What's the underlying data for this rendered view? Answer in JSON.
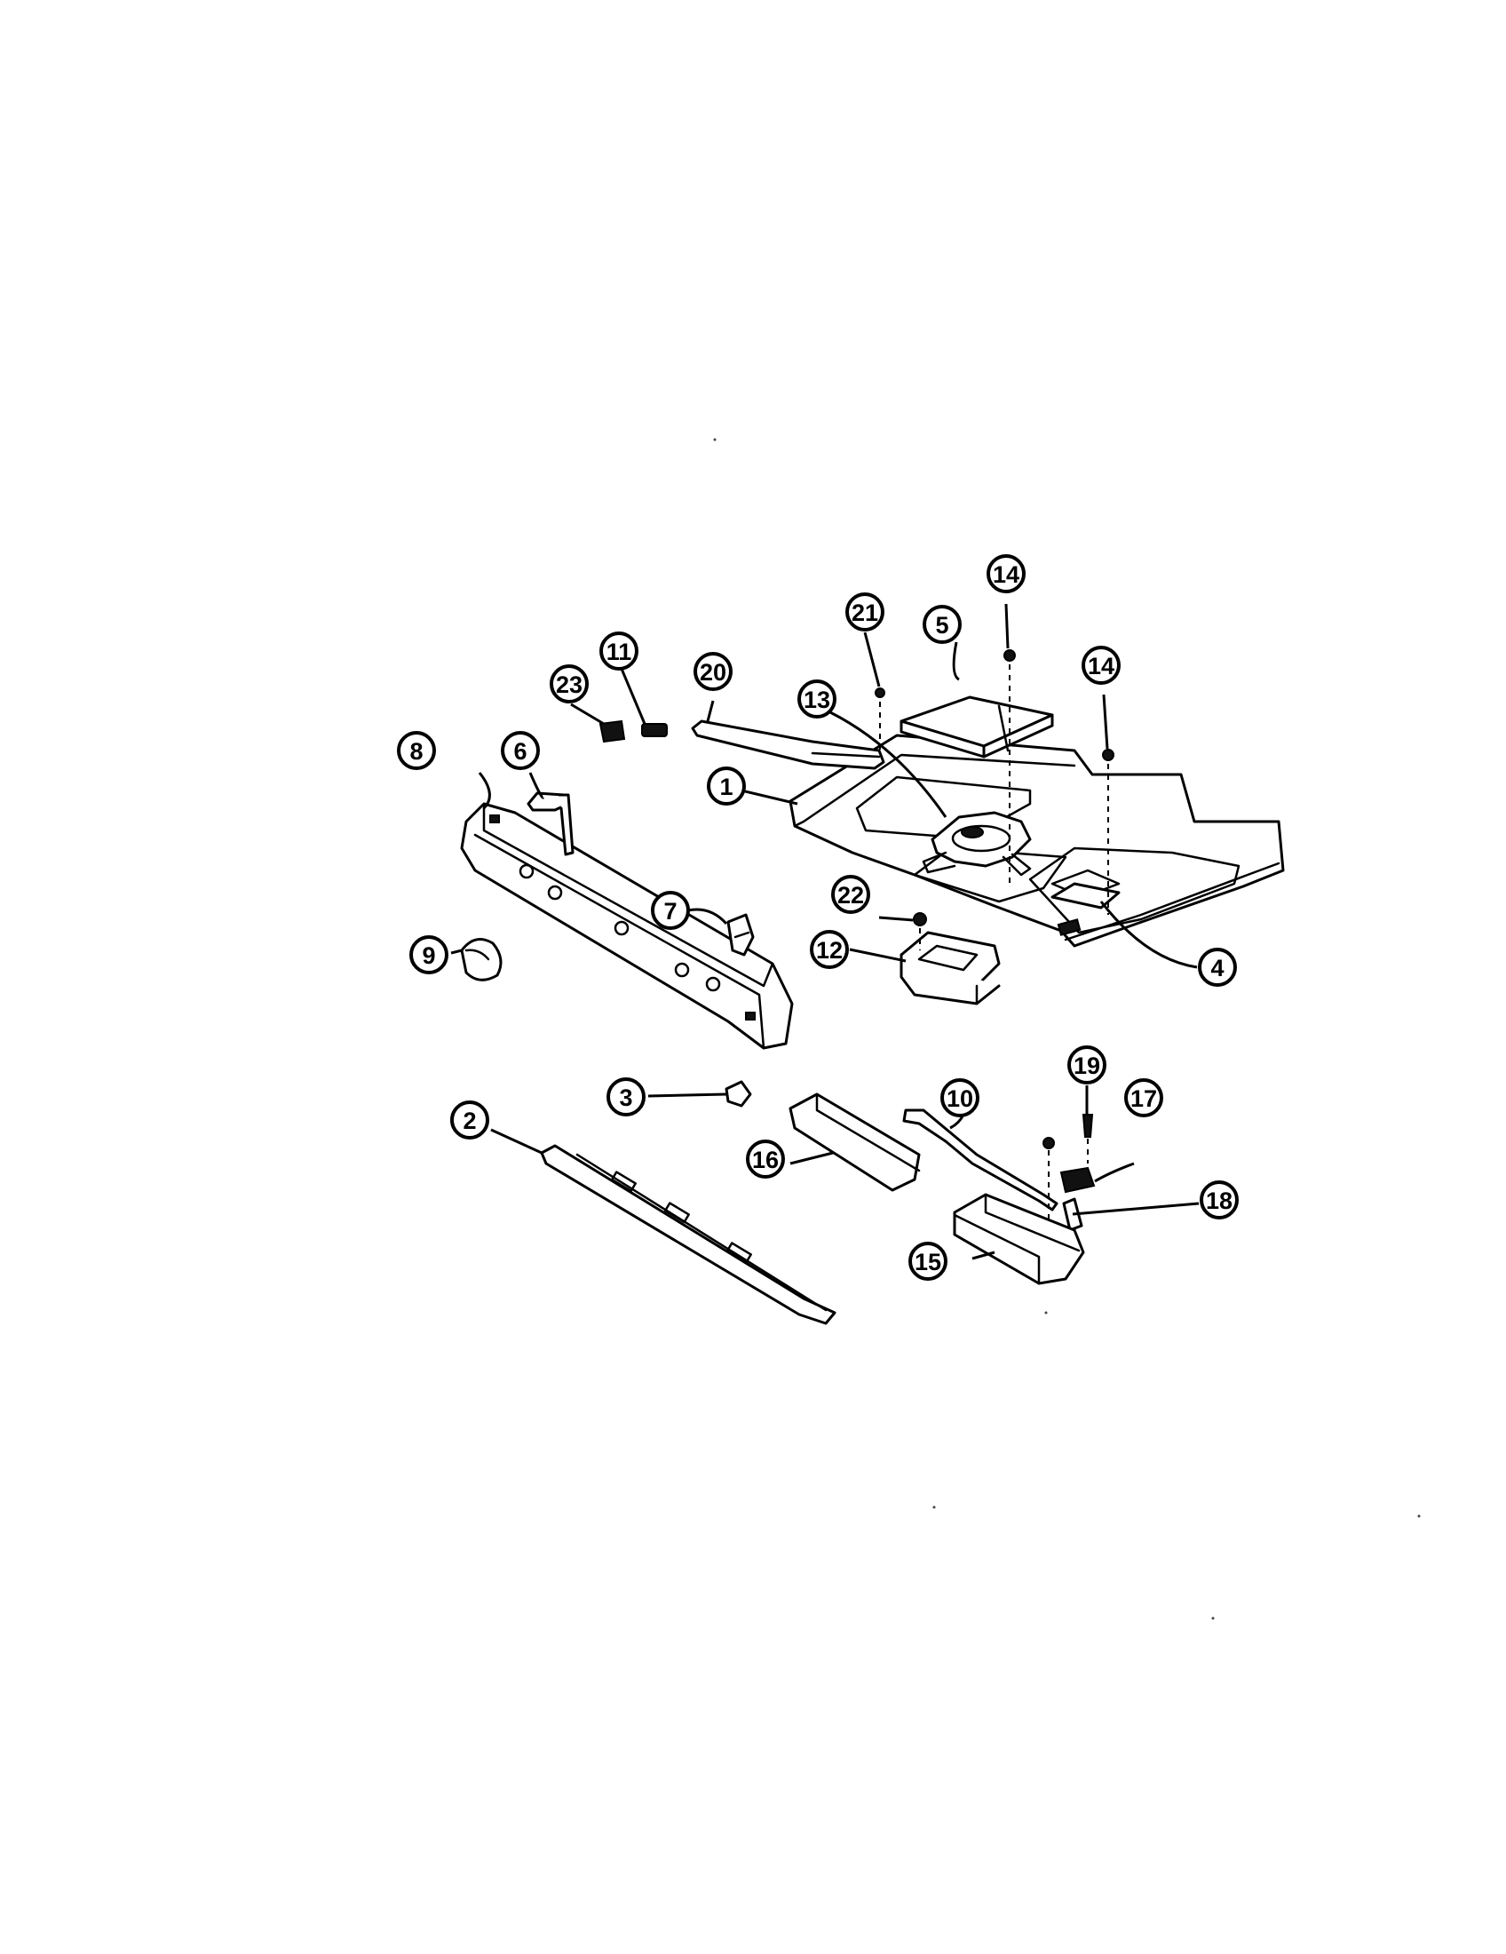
{
  "diagram": {
    "callouts": [
      {
        "id": "1",
        "label": "1"
      },
      {
        "id": "2",
        "label": "2"
      },
      {
        "id": "3",
        "label": "3"
      },
      {
        "id": "4",
        "label": "4"
      },
      {
        "id": "5",
        "label": "5"
      },
      {
        "id": "6",
        "label": "6"
      },
      {
        "id": "7",
        "label": "7"
      },
      {
        "id": "8",
        "label": "8"
      },
      {
        "id": "9",
        "label": "9"
      },
      {
        "id": "10",
        "label": "10"
      },
      {
        "id": "11",
        "label": "11"
      },
      {
        "id": "12",
        "label": "12"
      },
      {
        "id": "13",
        "label": "13"
      },
      {
        "id": "14a",
        "label": "14"
      },
      {
        "id": "14b",
        "label": "14"
      },
      {
        "id": "15",
        "label": "15"
      },
      {
        "id": "16",
        "label": "16"
      },
      {
        "id": "17",
        "label": "17"
      },
      {
        "id": "18",
        "label": "18"
      },
      {
        "id": "19",
        "label": "19"
      },
      {
        "id": "20",
        "label": "20"
      },
      {
        "id": "21",
        "label": "21"
      },
      {
        "id": "22",
        "label": "22"
      },
      {
        "id": "23",
        "label": "23"
      }
    ],
    "colors": {
      "ink": "#000000",
      "paper": "#ffffff"
    }
  }
}
